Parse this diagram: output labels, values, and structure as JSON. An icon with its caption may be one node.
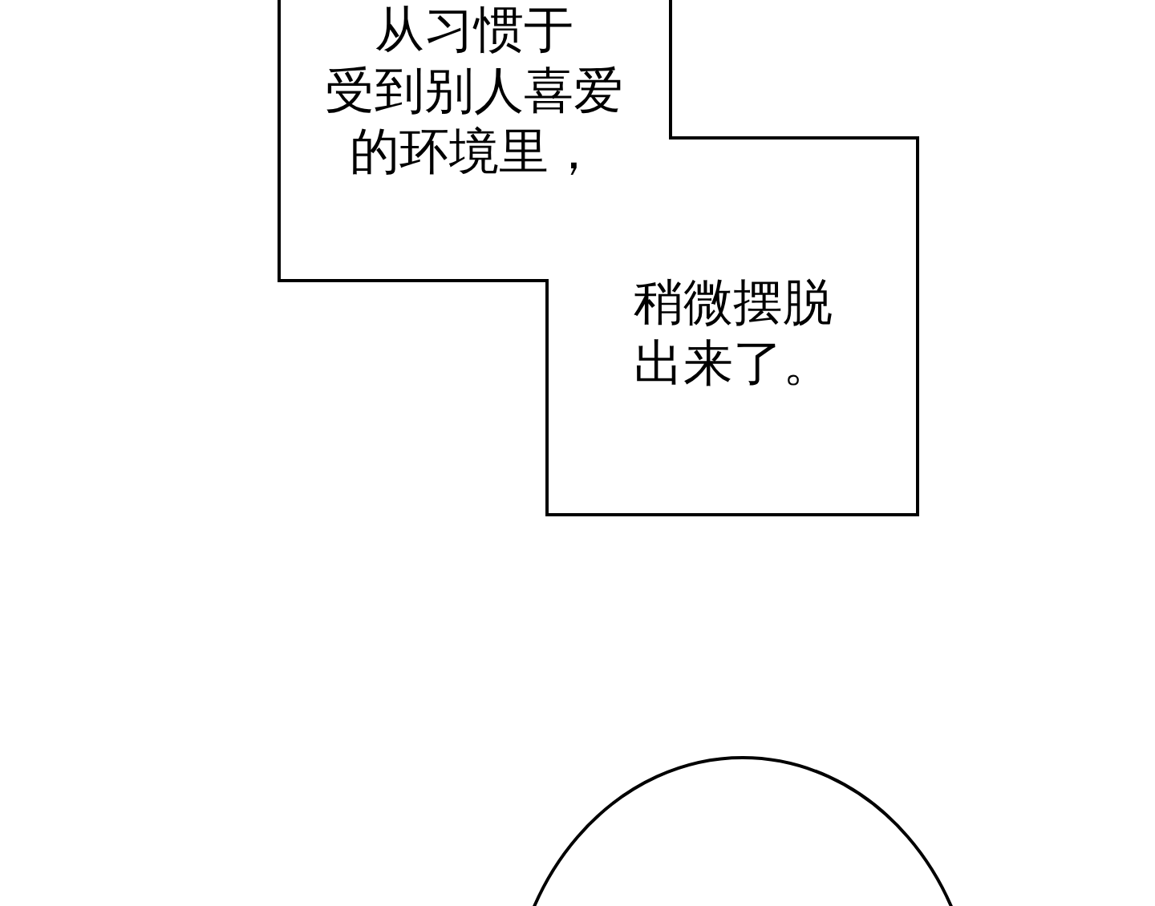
{
  "diagram": {
    "nodes": [
      {
        "text": [
          "从习惯于受到别人喜爱的环境里，",
          "稍微摆脱出来了。"
        ]
      },
      {
        "text": [],
        "shape": "ellipse"
      }
    ]
  }
}
